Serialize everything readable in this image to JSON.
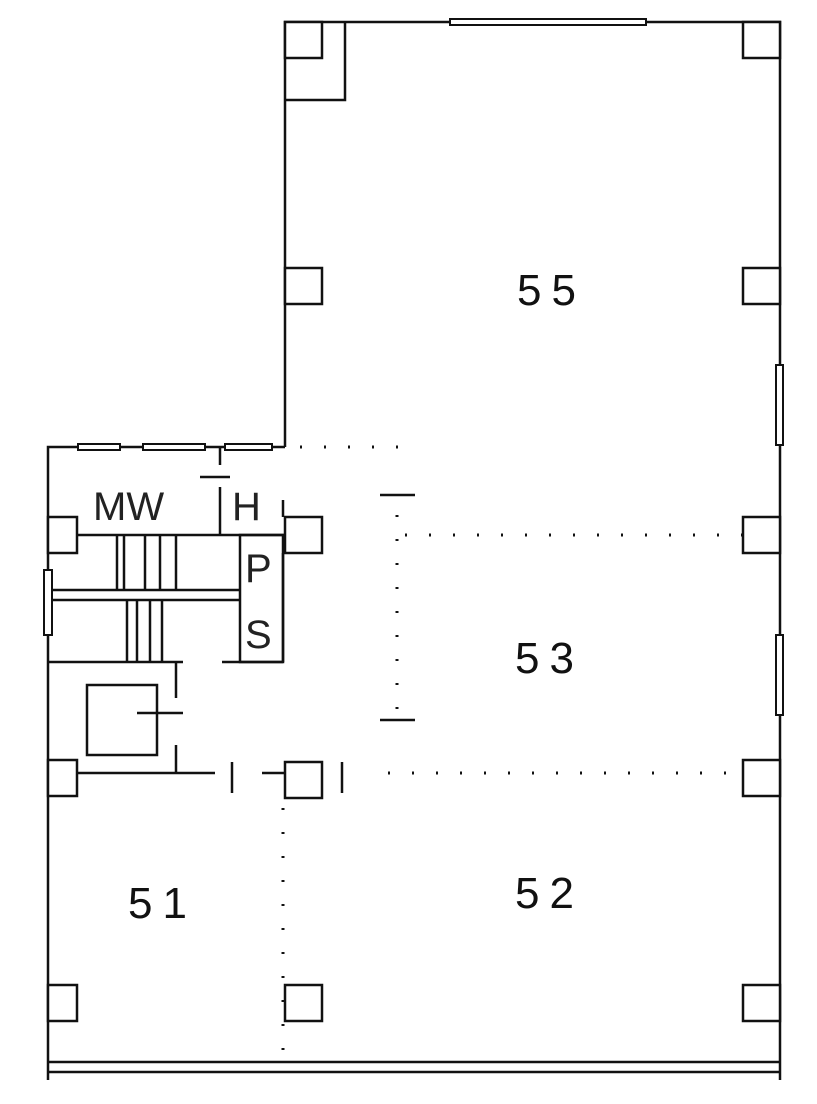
{
  "rooms": {
    "r55": "55",
    "r53": "53",
    "r51": "51",
    "r52": "52"
  },
  "core": {
    "mw": "MW",
    "h": "H",
    "p": "P",
    "s": "S"
  }
}
